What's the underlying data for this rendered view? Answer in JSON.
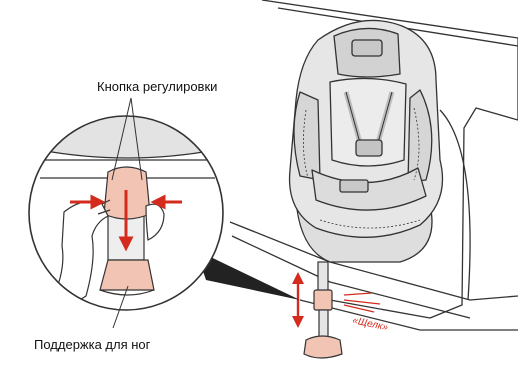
{
  "labels": {
    "adjust_button": "Кнопка регулировки",
    "foot_support": "Поддержка для ног",
    "click_sound": "«Щелк»"
  },
  "colors": {
    "accent_red": "#d42b1e",
    "part_pink": "#f2c4b4",
    "seat_gray": "#e3e3e3",
    "line": "#333333"
  }
}
